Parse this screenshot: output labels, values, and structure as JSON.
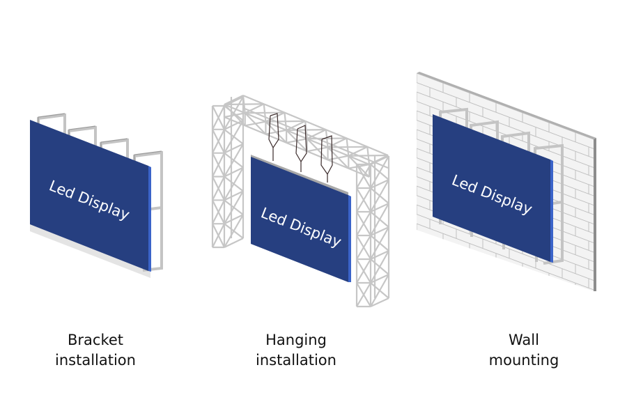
{
  "colors": {
    "panel_face": "#263f80",
    "panel_edge": "#3a63c9",
    "frame": "#c4c4c4",
    "frame_dark": "#9a9a9a",
    "wall_face": "#f3f3f3",
    "wall_mortar": "#bdbdbd",
    "wall_side": "#8c8c8c",
    "cable": "#3a2a2a",
    "caption_text": "#111111"
  },
  "items": [
    {
      "id": "bracket",
      "panel_label": "Led Display",
      "caption_line1": "Bracket",
      "caption_line2": "installation"
    },
    {
      "id": "hanging",
      "panel_label": "Led Display",
      "caption_line1": "Hanging",
      "caption_line2": "installation"
    },
    {
      "id": "wall",
      "panel_label": "Led Display",
      "caption_line1": "Wall",
      "caption_line2": "mounting"
    }
  ]
}
